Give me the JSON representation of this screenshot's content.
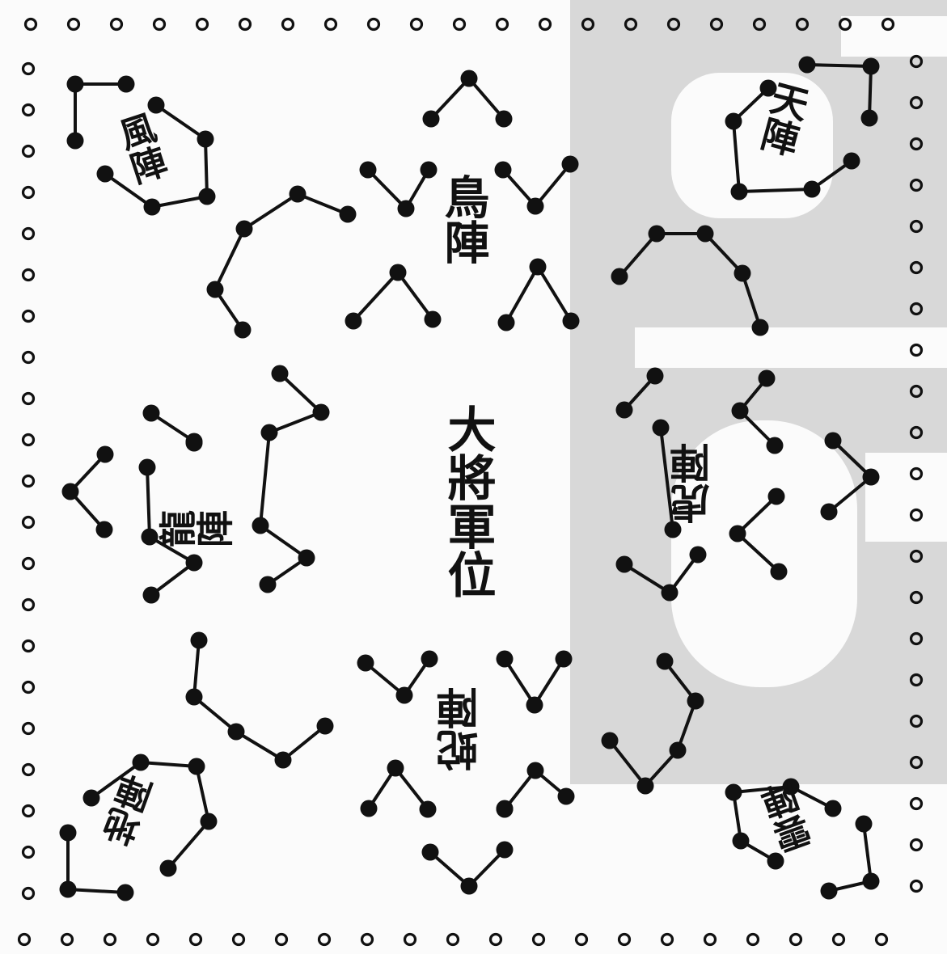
{
  "center_label": "大將軍位",
  "formations": {
    "bird": {
      "label": "鳥陣"
    },
    "tiger": {
      "label": "虎陣"
    },
    "dragon": {
      "label": "龍陣"
    },
    "snake": {
      "label": "蛇陣"
    },
    "wind": {
      "label": "風陣"
    },
    "heaven": {
      "label": "天陣"
    },
    "earth": {
      "label": "地陣"
    },
    "cloud": {
      "label": "雲陣"
    }
  },
  "colors": {
    "ink": "#111111",
    "paper": "#fbfbfb",
    "watermark": "#d8d8d8"
  }
}
